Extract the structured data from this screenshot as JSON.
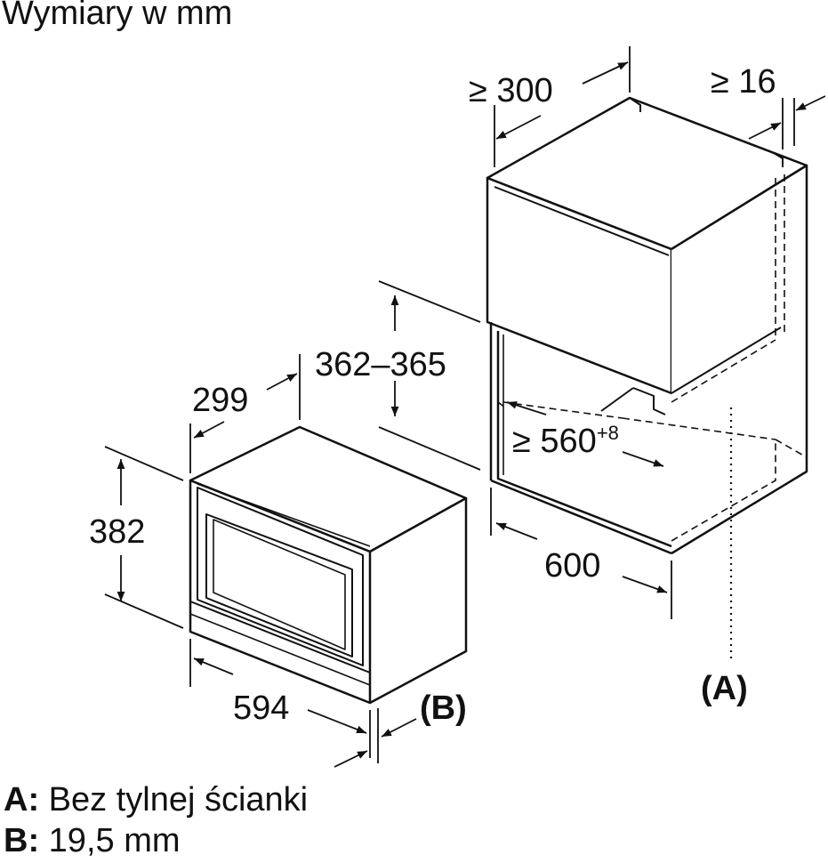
{
  "title": "Wymiary w mm",
  "dimensions": {
    "cab_depth": "≥ 300",
    "side_gap": "≥ 16",
    "niche_height": "362–365",
    "niche_width_base": "≥ 560",
    "niche_width_sup": "+8",
    "cab_width": "600",
    "oven_depth": "299",
    "oven_height": "382",
    "oven_width": "594"
  },
  "callouts": {
    "a": "(A)",
    "b": "(B)"
  },
  "legend": {
    "a_key": "A:",
    "a_text": "Bez tylnej ścianki",
    "b_key": "B:",
    "b_text": "19,5 mm"
  }
}
